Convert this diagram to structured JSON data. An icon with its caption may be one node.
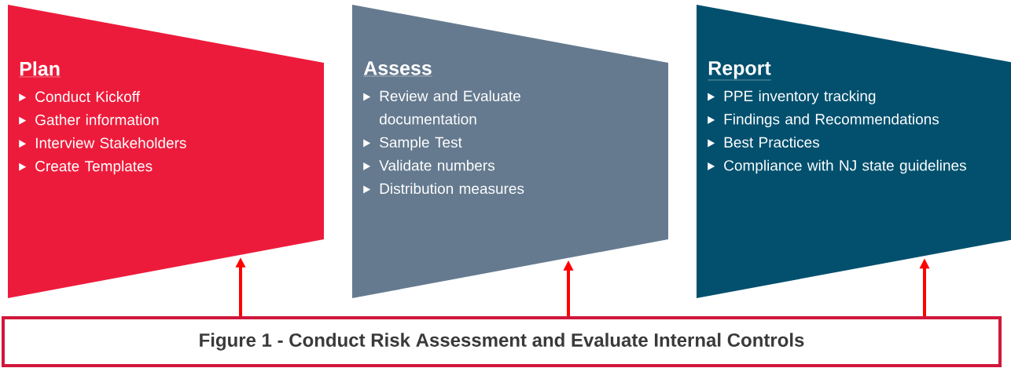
{
  "diagram": {
    "nodes": [
      {
        "text": [
          "Plan",
          "Conduct Kickoff",
          "Gather information",
          "Interview Stakeholders",
          "Create Templates"
        ]
      },
      {
        "text": [
          "Assess",
          "Review and Evaluate documentation",
          "Sample Test",
          "Validate numbers",
          "Distribution measures"
        ]
      },
      {
        "text": [
          "Report",
          "PPE inventory tracking",
          "Findings and Recommendations",
          "Best Practices",
          "Compliance with NJ state guidelines"
        ]
      },
      {
        "text": [
          "Figure 1 - Conduct Risk Assessment and Evaluate Internal Controls"
        ]
      }
    ],
    "edges": [
      {
        "from": 3,
        "to": 0,
        "arrow": "to"
      },
      {
        "from": 3,
        "to": 1,
        "arrow": "to"
      },
      {
        "from": 3,
        "to": 2,
        "arrow": "to"
      }
    ]
  }
}
